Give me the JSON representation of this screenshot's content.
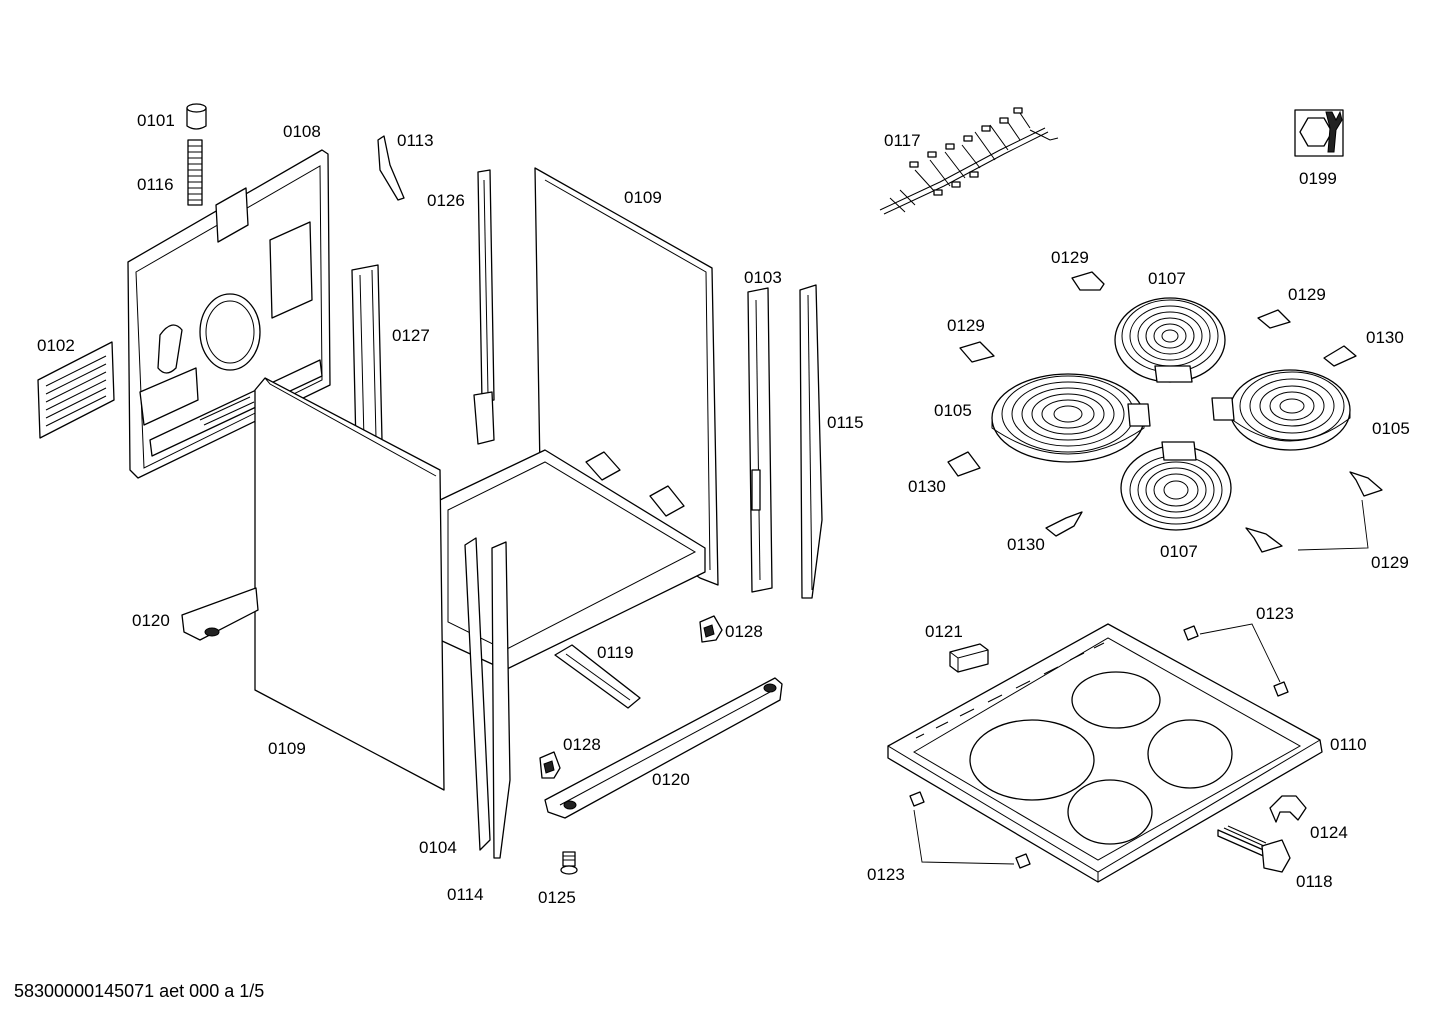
{
  "footer": {
    "doc_id": "58300000145071 aet 000 a 1/5"
  },
  "labels": {
    "l0101": "0101",
    "l0116": "0116",
    "l0108": "0108",
    "l0102": "0102",
    "l0113": "0113",
    "l0126": "0126",
    "l0109a": "0109",
    "l0127": "0127",
    "l0103": "0103",
    "l0115": "0115",
    "l0120a": "0120",
    "l0109b": "0109",
    "l0128a": "0128",
    "l0119": "0119",
    "l0128b": "0128",
    "l0120b": "0120",
    "l0104": "0104",
    "l0114": "0114",
    "l0125": "0125",
    "l0117": "0117",
    "l0199": "0199",
    "l0129a": "0129",
    "l0107a": "0107",
    "l0129b": "0129",
    "l0129c": "0129",
    "l0130a": "0130",
    "l0105a": "0105",
    "l0105b": "0105",
    "l0130b": "0130",
    "l0130c": "0130",
    "l0107b": "0107",
    "l0129d": "0129",
    "l0121": "0121",
    "l0123a": "0123",
    "l0110": "0110",
    "l0124": "0124",
    "l0123b": "0123",
    "l0118": "0118"
  }
}
